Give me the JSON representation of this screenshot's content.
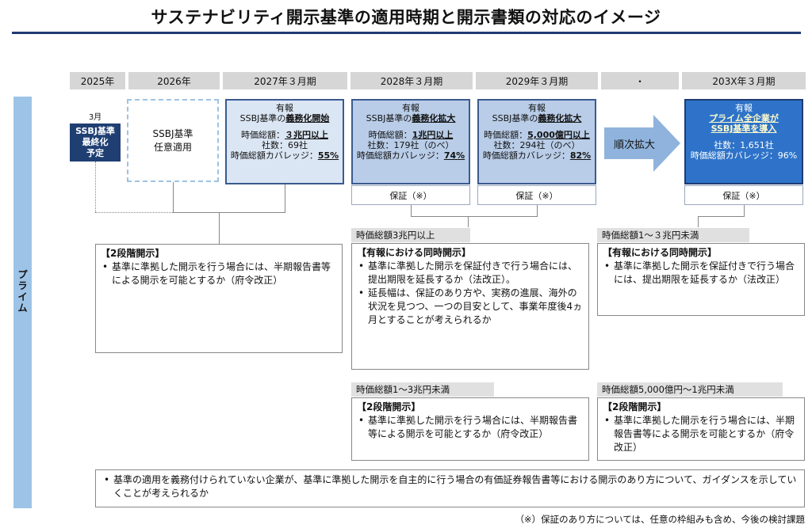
{
  "title": "サステナビリティ開示基準の適用時期と開示書類の対応のイメージ",
  "timeline": [
    "2025年",
    "2026年",
    "2027年３月期",
    "2028年３月期",
    "2029年３月期",
    "・",
    "203X年３月期"
  ],
  "side_label": [
    "プ",
    "ラ",
    "イ",
    "ム"
  ],
  "ssbj_final": {
    "month": "3月",
    "lines": [
      "SSBJ基準",
      "最終化",
      "予定"
    ]
  },
  "voluntary": {
    "lines": [
      "SSBJ基準",
      "任意適用"
    ]
  },
  "y2027": {
    "l1": "有報",
    "l2a": "SSBJ基準の",
    "l2b": "義務化開始",
    "l3a": "時価総額：",
    "l3b": "３兆円以上",
    "l4": "社数：69社",
    "l5a": "時価総額カバレッジ：",
    "l5b": "55%"
  },
  "y2028": {
    "l1": "有報",
    "l2a": "SSBJ基準の",
    "l2b": "義務化拡大",
    "l3a": "時価総額：",
    "l3b": "1兆円以上",
    "l4": "社数：179社（のべ）",
    "l5a": "時価総額カバレッジ：",
    "l5b": "74%"
  },
  "y2029": {
    "l1": "有報",
    "l2a": "SSBJ基準の",
    "l2b": "義務化拡大",
    "l3a": "時価総額：",
    "l3b": "5,000億円以上",
    "l4": "社数：294社（のべ）",
    "l5a": "時価総額カバレッジ：",
    "l5b": "82%"
  },
  "y203x": {
    "l1": "有報",
    "l2": "プライム全企業が",
    "l3": "SSBJ基準を導入",
    "l4": "社数：1,651社",
    "l5": "時価総額カバレッジ：96%"
  },
  "arrow_label": "順次拡大",
  "hosho": "保証（※）",
  "box_2stage_left": {
    "header": "【2段階開示】",
    "items": [
      "基準に準拠した開示を行う場合には、半期報告書等による開示を可能とするか（府令改正）"
    ]
  },
  "tab_3cho": "時価総額3兆円以上",
  "box_mid_top": {
    "header": "【有報における同時開示】",
    "items": [
      "基準に準拠した開示を保証付きで行う場合には、提出期限を延長するか（法改正）。",
      "延長幅は、保証のあり方や、実務の進展、海外の状況を見つつ、一つの目安として、事業年度後4ヵ月とすることが考えられるか"
    ]
  },
  "tab_1to3": "時価総額1～3兆円未満",
  "box_mid_bottom": {
    "header": "【2段階開示】",
    "items": [
      "基準に準拠した開示を行う場合には、半期報告書等による開示を可能とするか（府令改正）"
    ]
  },
  "tab_right_top": "時価総額1～３兆円未満",
  "box_right_top": {
    "header": "【有報における同時開示】",
    "items": [
      "基準に準拠した開示を保証付きで行う場合には、提出期限を延長するか（法改正）"
    ]
  },
  "tab_right_bottom": "時価総額5,000億円～1兆円未満",
  "box_right_bottom": {
    "header": "【2段階開示】",
    "items": [
      "基準に準拠した開示を行う場合には、半期報告書等による開示を可能とするか（府令改正）"
    ]
  },
  "bottom_note": "基準の適用を義務付けられていない企業が、基準に準拠した開示を自主的に行う場合の有価証券報告書等における開示のあり方について、ガイダンスを示していくことが考えられるか",
  "footnote": "（※）保証のあり方については、任意の枠組みも含め、今後の検討課題"
}
